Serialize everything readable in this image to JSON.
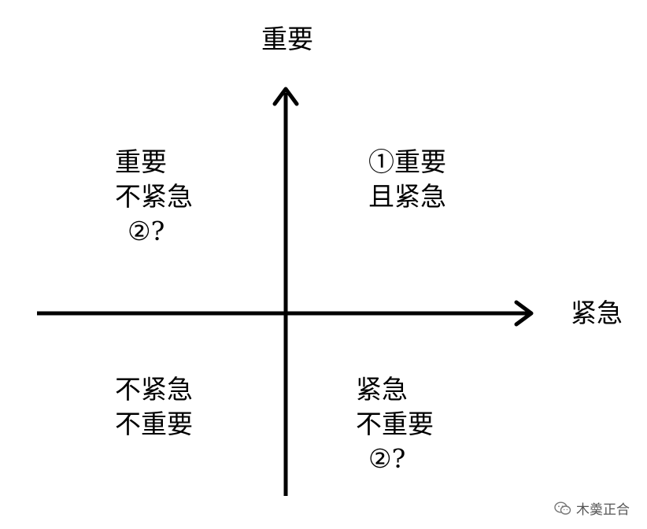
{
  "axes": {
    "y_label": "重要",
    "x_label": "紧急"
  },
  "quadrants": {
    "top_left": {
      "line1": "重要",
      "line2": "不紧急",
      "line3": "②?"
    },
    "top_right": {
      "line1": "①重要",
      "line2": "且紧急"
    },
    "bottom_left": {
      "line1": "不紧急",
      "line2": "不重要"
    },
    "bottom_right": {
      "line1": "紧急",
      "line2": "不重要",
      "line3": "②?"
    }
  },
  "watermark": {
    "text": "木羮正合",
    "icon": "wechat-icon"
  },
  "colors": {
    "axis": "#000000",
    "text": "#000000",
    "background": "#ffffff"
  }
}
